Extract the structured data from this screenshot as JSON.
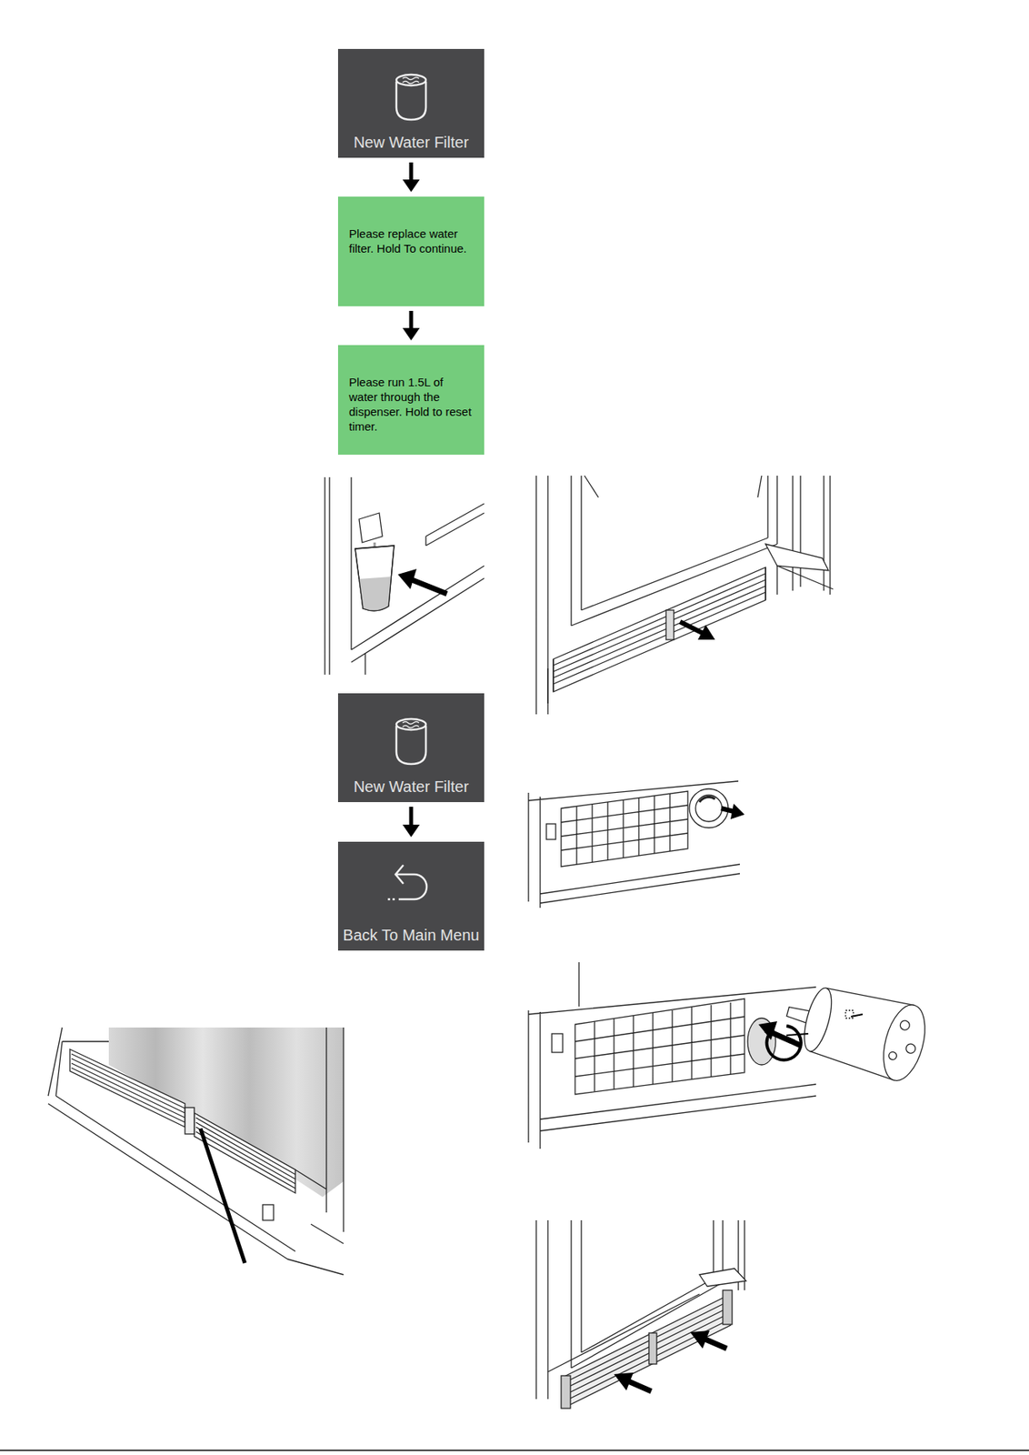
{
  "diagram": {
    "nodes": [
      {
        "text": [
          "New Water Filter"
        ]
      },
      {
        "text": [
          "Please replace water filter. Hold To continue."
        ]
      },
      {
        "text": [
          "Please run 1.5L of water through the dispenser. Hold to reset timer."
        ]
      },
      {
        "text": [
          "New Water Filter"
        ]
      },
      {
        "text": [
          "Back To Main Menu"
        ]
      }
    ],
    "edges": [
      {
        "from": 0,
        "to": 1,
        "arrow": "to"
      },
      {
        "from": 1,
        "to": 2,
        "arrow": "to"
      },
      {
        "from": 3,
        "to": 4,
        "arrow": "to"
      }
    ]
  }
}
